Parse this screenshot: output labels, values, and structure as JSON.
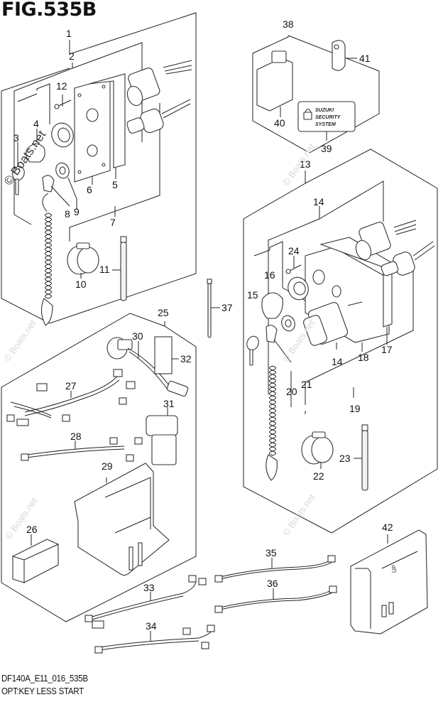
{
  "header": {
    "title": "FIG.535B"
  },
  "footer": {
    "model_code": "DF140A_E11_016_535B",
    "description": "OPT:KEY LESS START"
  },
  "watermark": {
    "text": "© Boats.net"
  },
  "label_sticker": {
    "line1": "SUZUKI",
    "line2": "SECURITY",
    "line3": "SYSTEM"
  },
  "callouts": {
    "c1": "1",
    "c2": "2",
    "c3": "3",
    "c4": "4",
    "c5": "5",
    "c6": "6",
    "c7": "7",
    "c8": "8",
    "c9": "9",
    "c10": "10",
    "c11": "11",
    "c12": "12",
    "c13": "13",
    "c14a": "14",
    "c14b": "14",
    "c15": "15",
    "c16": "16",
    "c17": "17",
    "c18": "18",
    "c19": "19",
    "c20": "20",
    "c21": "21",
    "c22": "22",
    "c23": "23",
    "c24": "24",
    "c25": "25",
    "c26": "26",
    "c27": "27",
    "c28": "28",
    "c29": "29",
    "c30": "30",
    "c31": "31",
    "c32": "32",
    "c33": "33",
    "c34": "34",
    "c35": "35",
    "c36": "36",
    "c37": "37",
    "c38": "38",
    "c39": "39",
    "c40": "40",
    "c41": "41",
    "c42": "42"
  },
  "ecu_marking": "UP"
}
